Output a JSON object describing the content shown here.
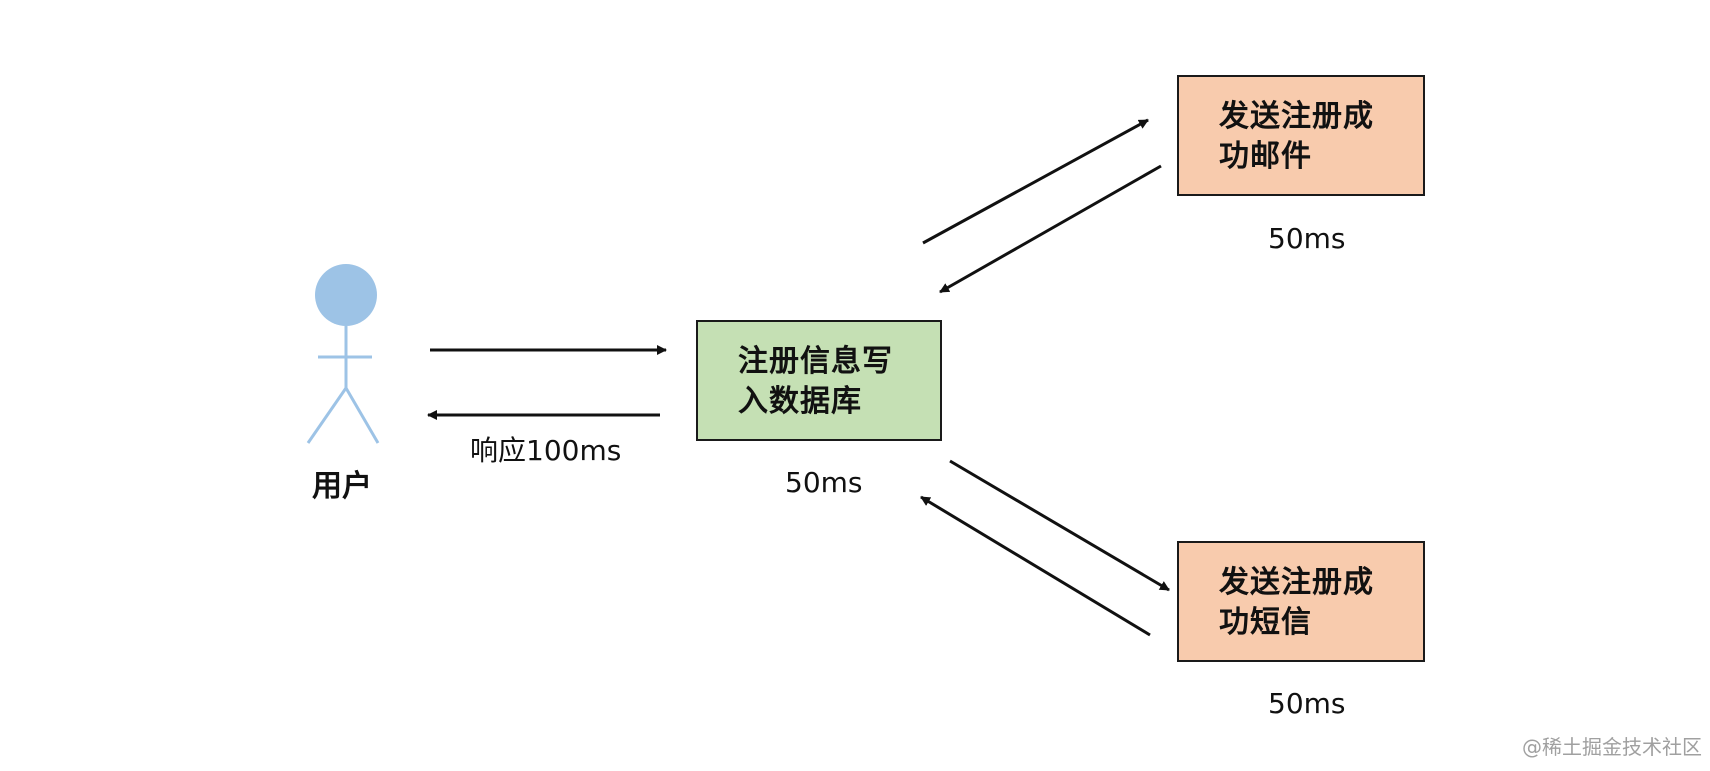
{
  "diagram": {
    "user": {
      "label": "用户",
      "icon": "stick-figure-icon",
      "color": "#9dc3e6"
    },
    "database_step": {
      "line1": "注册信息写",
      "line2": "入数据库",
      "time": "50ms",
      "fill": "#c5e0b4"
    },
    "email_step": {
      "line1": "发送注册成",
      "line2": "功邮件",
      "time": "50ms",
      "fill": "#f8cbad"
    },
    "sms_step": {
      "line1": "发送注册成",
      "line2": "功短信",
      "time": "50ms",
      "fill": "#f8cbad"
    },
    "response_label": "响应100ms"
  },
  "watermark": "@稀土掘金技术社区"
}
